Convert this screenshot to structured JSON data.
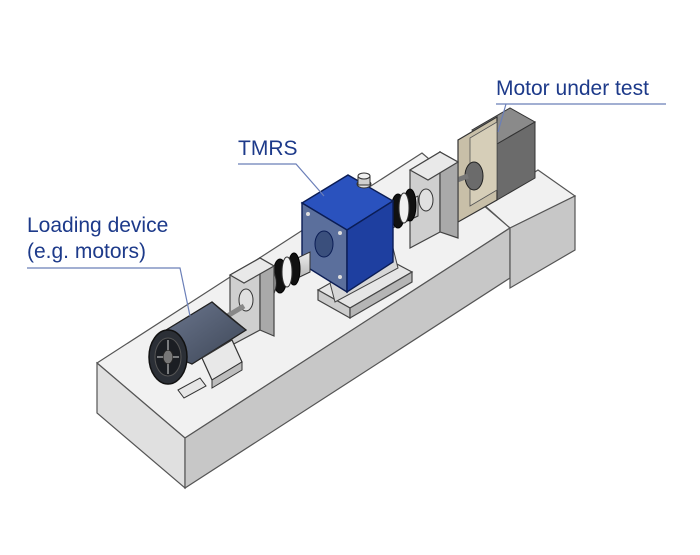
{
  "labels": {
    "motor_under_test": "Motor under test",
    "tmrs": "TMRS",
    "loading_device_line1": "Loading device",
    "loading_device_line2": "(e.g. motors)"
  },
  "colors": {
    "label_text": "#1d3a8a",
    "leader_line": "#6b7fb8",
    "base_top": "#f1f1f1",
    "base_front": "#d9d9d9",
    "base_side": "#c3c3c3",
    "tmrs_top": "#2a52be",
    "tmrs_front": "#1e3fa0",
    "tmrs_side": "#142f7c",
    "motor_body": "#5a6577",
    "test_motor_body": "#6b6b6b",
    "test_motor_plate": "#c8bfa8",
    "coupling_dark": "#111111"
  }
}
